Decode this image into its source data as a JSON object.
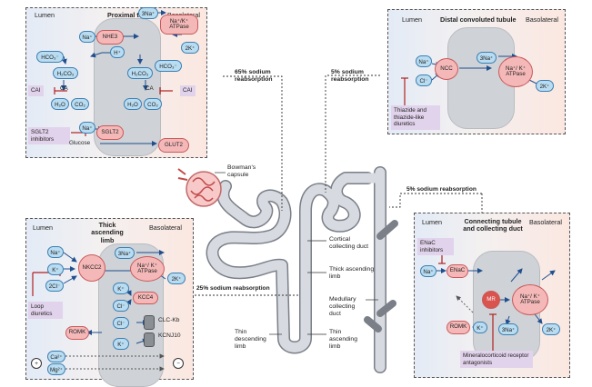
{
  "proximal": {
    "lumen": "Lumen",
    "title": "Proximal tubule",
    "basolateral": "Basolateral",
    "na": "Na⁺",
    "nhe3": "NHE3",
    "na3": "3Na⁺",
    "atpase": "Na⁺/K⁺ ATPase",
    "k2": "2K⁺",
    "h": "H⁺",
    "hco3_lumen": "HCO₃⁻",
    "hco3_cell": "HCO₃⁻",
    "h2co3_lumen": "H₂CO₃",
    "h2co3_cell": "H₂CO₃",
    "h2o_l": "H₂O",
    "co2_l": "CO₂",
    "h2o_c": "H₂O",
    "co2_c": "CO₂",
    "ca_l": "CA",
    "ca_c": "CA",
    "cai_l": "CAI",
    "cai_r": "CAI",
    "sglt2_inh": "SGLT2 inhibitors",
    "na2": "Na⁺",
    "sglt2": "SGLT2",
    "glucose": "Glucose",
    "glut2": "GLUT2"
  },
  "distal": {
    "lumen": "Lumen",
    "title": "Distal convoluted tubule",
    "basolateral": "Basolateral",
    "na": "Na⁺",
    "cl": "Cl⁻",
    "ncc": "NCC",
    "na3": "3Na⁺",
    "atpase": "Na⁺/ K⁺ ATPase",
    "k2": "2K⁺",
    "drug": "Thiazide and thiazide-like diuretics"
  },
  "loop": {
    "lumen": "Lumen",
    "title": "Thick ascending limb",
    "basolateral": "Basolateral",
    "na": "Na⁺",
    "k": "K⁺",
    "cl2": "2Cl⁻",
    "nkcc2": "NKCC2",
    "drug": "Loop diuretics",
    "romk": "ROMK",
    "na3": "3Na⁺",
    "atpase": "Na⁺/ K⁺ ATPase",
    "k2": "2K⁺",
    "k_cc4": "K⁺",
    "kcc4": "KCC4",
    "cl_cc4": "Cl⁻",
    "cl_clc": "Cl⁻",
    "clc": "CLC-Kb",
    "k_kcn": "K⁺",
    "kcnj": "KCNJ10",
    "ca": "Ca²⁺",
    "mg": "Mg²⁺",
    "plus": "+",
    "minus": "−"
  },
  "collecting": {
    "lumen": "Lumen",
    "title": "Connecting tubule and collecting duct",
    "basolateral": "Basolateral",
    "enac_inh": "ENaC inhibitors",
    "na": "Na⁺",
    "enac": "ENaC",
    "mr": "MR",
    "atpase": "Na⁺/ K⁺ ATPase",
    "romk": "ROMK",
    "k": "K⁺",
    "na3": "3Na⁺",
    "k2": "2K⁺",
    "mra": "Mineralocorticoid receptor antagonists"
  },
  "center": {
    "pct65": "65% sodium reabsorption",
    "pct5a": "5% sodium reabsorption",
    "pct5b": "5% sodium reabsorption",
    "pct25": "25% sodium reabsorption",
    "bowman": "Bowman's capsule",
    "cortical": "Cortical collecting duct",
    "thick": "Thick ascending limb",
    "medullary": "Medullary collecting duct",
    "thin_desc": "Thin descending limb",
    "thin_asc": "Thin ascending limb"
  },
  "colors": {
    "ion_fill": "#b9dcf1",
    "transporter_fill": "#f5b8b8",
    "drug_fill": "#e2d3ec",
    "cell_fill": "#cfd2d6",
    "arrow": "#1f4f8f",
    "inhibit": "#b02020",
    "nephron": "#c9ccd2"
  }
}
